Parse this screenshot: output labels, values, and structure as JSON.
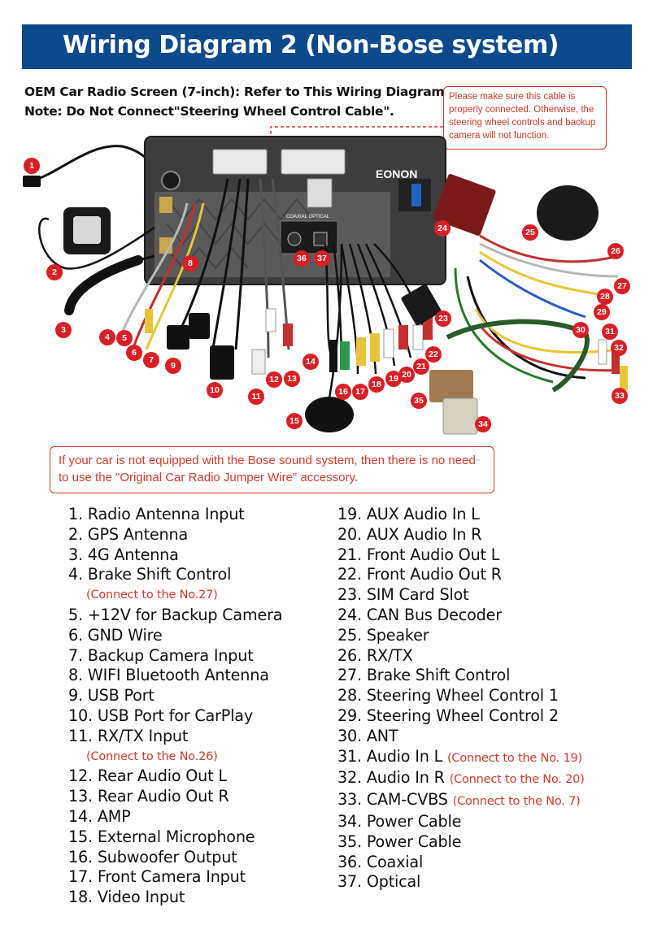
{
  "title": "Wiring Diagram 2 (Non-Bose system)",
  "intro": {
    "line1": "OEM Car Radio Screen (7-inch):   Refer to This Wiring Diagram.",
    "line2": "Note: Do Not Connect\"Steering Wheel Control Cable\"."
  },
  "warning_callout": "Please make sure this cable is properly connected. Otherwise, the steering wheel controls and backup camera will not function.",
  "brand_logo": "EONON",
  "port_labels": {
    "coaxial_optical": "COAXIAL OPTICAL"
  },
  "bose_note": "If your car is not equipped with the Bose sound system, then there is no need to use the \"Original Car Radio Jumper Wire\" accessory.",
  "colors": {
    "title_bg": "#0d4a8c",
    "accent_red": "#d91f26",
    "note_red": "#d23a2a"
  },
  "legend_left": [
    {
      "text": "1. Radio Antenna Input"
    },
    {
      "text": "2. GPS Antenna"
    },
    {
      "text": "3. 4G Antenna"
    },
    {
      "text": "4. Brake Shift Control",
      "sub": "(Connect to the No.27)"
    },
    {
      "text": "5. +12V for Backup Camera"
    },
    {
      "text": "6. GND Wire"
    },
    {
      "text": "7. Backup Camera Input"
    },
    {
      "text": "8. WIFI Bluetooth Antenna"
    },
    {
      "text": "9. USB Port"
    },
    {
      "text": "10. USB Port for CarPlay"
    },
    {
      "text": "11. RX/TX Input",
      "sub": "(Connect to the No.26)"
    },
    {
      "text": "12. Rear Audio Out L"
    },
    {
      "text": "13. Rear Audio Out R"
    },
    {
      "text": "14. AMP"
    },
    {
      "text": "15. External Microphone"
    },
    {
      "text": "16. Subwoofer Output"
    },
    {
      "text": "17. Front Camera Input"
    },
    {
      "text": "18. Video Input"
    }
  ],
  "legend_right": [
    {
      "text": "19. AUX Audio In L"
    },
    {
      "text": "20. AUX Audio In R"
    },
    {
      "text": "21. Front Audio Out L"
    },
    {
      "text": "22. Front Audio Out R"
    },
    {
      "text": "23. SIM Card Slot"
    },
    {
      "text": "24. CAN Bus Decoder"
    },
    {
      "text": "25. Speaker"
    },
    {
      "text": "26. RX/TX"
    },
    {
      "text": "27. Brake Shift Control"
    },
    {
      "text": "28. Steering Wheel Control 1"
    },
    {
      "text": "29. Steering Wheel Control 2"
    },
    {
      "text": "30. ANT"
    },
    {
      "text": "31. Audio In L",
      "note": "(Connect to the No. 19)"
    },
    {
      "text": "32. Audio In R",
      "note": "(Connect to the No. 20)"
    },
    {
      "text": "33. CAM-CVBS",
      "note": "(Connect to the No. 7)"
    },
    {
      "text": "34. Power Cable"
    },
    {
      "text": "35. Power Cable"
    },
    {
      "text": "36. Coaxial"
    },
    {
      "text": "37. Optical"
    }
  ],
  "badges": [
    "1",
    "2",
    "3",
    "4",
    "5",
    "6",
    "7",
    "8",
    "9",
    "10",
    "11",
    "12",
    "13",
    "14",
    "15",
    "16",
    "17",
    "18",
    "19",
    "20",
    "21",
    "22",
    "23",
    "24",
    "25",
    "26",
    "27",
    "28",
    "29",
    "30",
    "31",
    "32",
    "33",
    "34",
    "35",
    "36",
    "37"
  ]
}
